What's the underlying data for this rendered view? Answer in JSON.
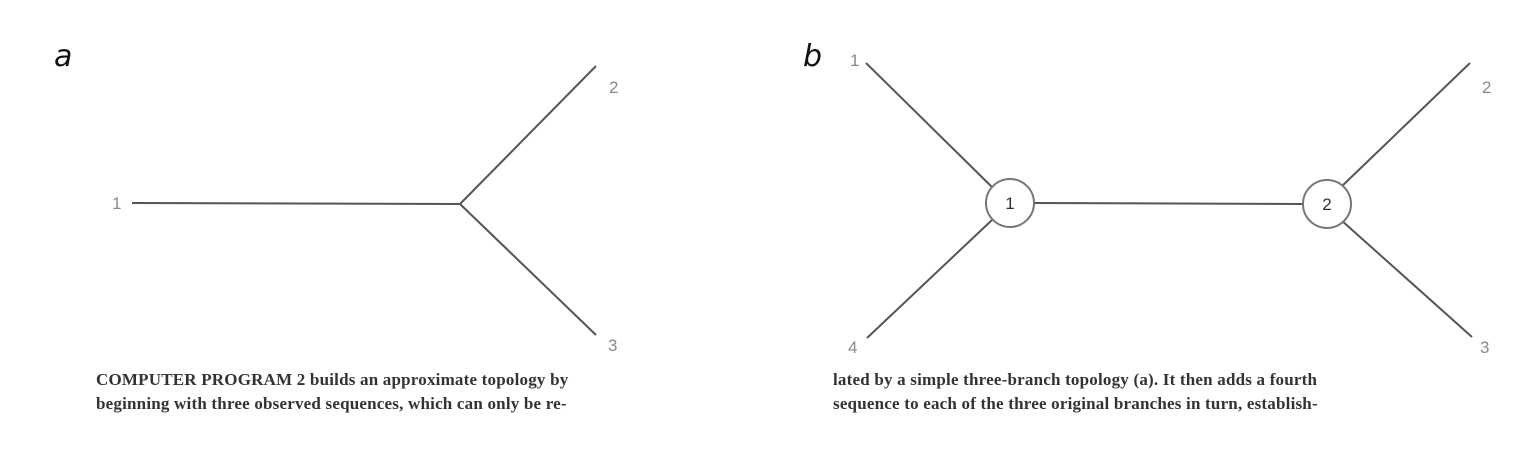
{
  "panel_a": {
    "letter": "a",
    "leaves": [
      "1",
      "2",
      "3"
    ]
  },
  "panel_b": {
    "letter": "b",
    "leaves": [
      "1",
      "2",
      "3",
      "4"
    ],
    "nodes": [
      "1",
      "2"
    ]
  },
  "caption_left": {
    "line1": "COMPUTER PROGRAM 2 builds an approximate topology by",
    "line2": "beginning with three observed sequences, which can only be re-"
  },
  "caption_right": {
    "line1": "lated by a simple three-branch topology (a). It then adds a fourth",
    "line2": "sequence to each of the three original branches in turn, establish-"
  }
}
